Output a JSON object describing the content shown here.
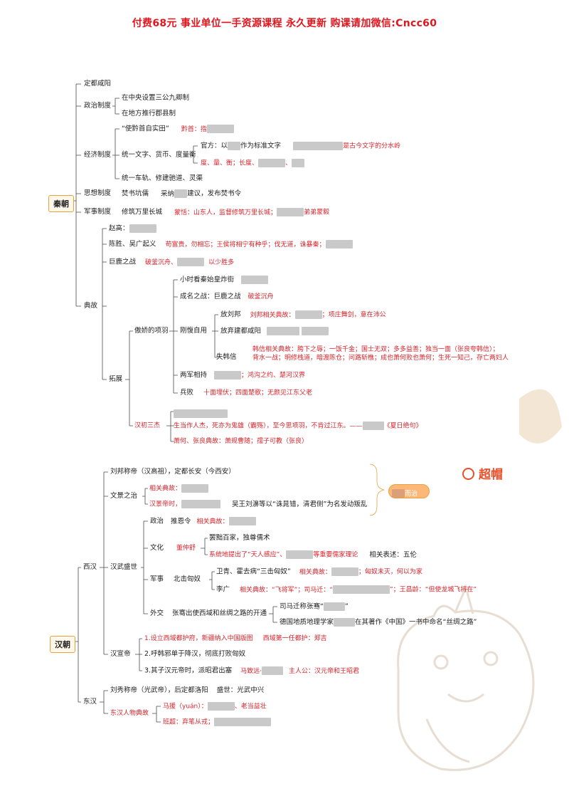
{
  "header": {
    "banner": "付费68元 事业单位一手资源课程 永久更新 购课请加微信:Cncc60"
  },
  "brand": {
    "name": "超帽"
  },
  "qin": {
    "root": "秦朝",
    "capital": "定都咸阳",
    "politics": {
      "label": "政治制度",
      "items": [
        "在中央设置三公九卿制",
        "在地方推行郡县制"
      ]
    },
    "economy": {
      "label": "经济制度",
      "item1": "“使黔首自实田”",
      "item1_note": "黔首：指",
      "unify": "统一文字、货币、度量衡",
      "official": "官方：以",
      "official2": "作为标准文字",
      "official_note": "是古今文字的分水岭",
      "measures": "度、量、衡；长度、",
      "roads": "统一车轨、修建驰道、灵渠"
    },
    "thought": {
      "label": "思想制度",
      "item": "焚书坑儒",
      "adopt": "采纳",
      "adopt2": "建议，发布焚书令"
    },
    "military": {
      "label": "军事制度",
      "item": "修筑万里长城",
      "note": "蒙恬：山东人，监督修筑万里长城；",
      "note2": "弟弟蒙毅"
    },
    "dianguo": {
      "label": "典故",
      "zhaogao": "赵高：",
      "chensheng": "陈胜、吴广起义",
      "chensheng_note": "苟富贵，勿相忘；王侯将相宁有种乎；伐无道，诛暴秦；",
      "julu": "巨鹿之战",
      "julu_note": "破釜沉舟、",
      "julu_note2": "以少胜多",
      "tuozhan": "拓展",
      "xiangyu": "傲娇的项羽",
      "xiaoshi": "小时看秦始皇炸街",
      "chengming": "成名之战：巨鹿之战",
      "chengming_note": "破釜沉舟",
      "gangbi": "刚愎自用",
      "fangliubang": "放刘邦",
      "fangliubang_note": "刘邦相关典故：",
      "fangliubang_note2": "；项庄舞剑，意在沛公",
      "fangqi": "放弃建都咸阳",
      "shihanxin": "失韩信",
      "hanxin_note1": "韩信相关典故：胯下之辱；一饭千金；国士无双；多多益善；独当一面（张良夸韩信）；",
      "hanxin_note2": "背水一战；明修栈道，暗渡陈仓；问路斩樵；成也萧何败也萧何；生死一知己，存亡两妇人",
      "liangjun": "两军相持",
      "liangjun_note": "；鸿沟之约、楚河汉界",
      "bingbai": "兵败",
      "bingbai_note": "十面埋伏；四面楚歌；无颜见江东父老",
      "hanchu": "汉初三杰",
      "hanchu_note1": "生当作人杰，死亦为鬼雄（霸殇），至今思项羽，不肯过江东。——",
      "hanchu_note1b": "《夏日绝句》",
      "hanchu_note2": "萧何、张良典故：萧规曹随；孺子可教（张良）"
    }
  },
  "han": {
    "root": "汉朝",
    "xihan": "西汉",
    "liubang": "刘邦称帝（汉高祖），定都长安（今西安）",
    "wenjing": "文景之治",
    "wenjing_note1": "相关典故：",
    "wenjing_note2": "汉景帝时，",
    "wenjing_note3": "吴王刘濞等以“诛晁错，清君侧”为名发动叛乱",
    "side_pill": "而治",
    "hanwu": "汉武盛世",
    "zhengzhi": "政治",
    "tuien": "推恩令",
    "tuien_note": "相关典故：",
    "wenhua": "文化",
    "dong": "董仲舒",
    "baichu": "罢黜百家，独尊儒术",
    "xitong": "系统地提出了“天人感应”、",
    "xitong2": "等重要儒家理论",
    "xitong3": "相关表述：五伦",
    "junshi": "军事",
    "beiji": "北击匈奴",
    "weiqing": "卫青、霍去病“三击匈奴”",
    "weiqing_note": "相关典故：",
    "weiqing_note2": "；匈奴未灭，何以为家",
    "liguang": "李广",
    "liguang_note": "相关典故：“飞将军”；司马迁：“",
    "liguang_note2": "”；王昌龄：“但使龙城飞将在”",
    "waijiao": "外交",
    "zhangqian": "张骞出使西域和丝绸之路的开通",
    "sima": "司马迁称张骞“",
    "sima2": "”",
    "deguo": "德国地质地理学家",
    "deguo2": "在其著作《中国》一书中命名“丝绸之路”",
    "hanxuan": "汉宣帝",
    "xuan1": "1.设立西域都护府，新疆纳入中国版图",
    "xuan1_note": "西域第一任都护：郑吉",
    "xuan2": "2.呼韩邪单于降汉，彻底打败匈奴",
    "xuan3": "3.其子汉元帝时，派昭君出塞",
    "xuan3_note": "马致远·",
    "xuan3_note2": "主人公：汉元帝和王昭君",
    "donghan": "东汉",
    "liuxiu": "刘秀称帝（光武帝），后定都洛阳",
    "shengshi": "盛世：光武中兴",
    "donghan_people": "东汉人物典故",
    "mayuan": "马援（yuán）：",
    "mayuan2": "、老当益壮",
    "banchao": "班超：弃笔从戎；"
  }
}
